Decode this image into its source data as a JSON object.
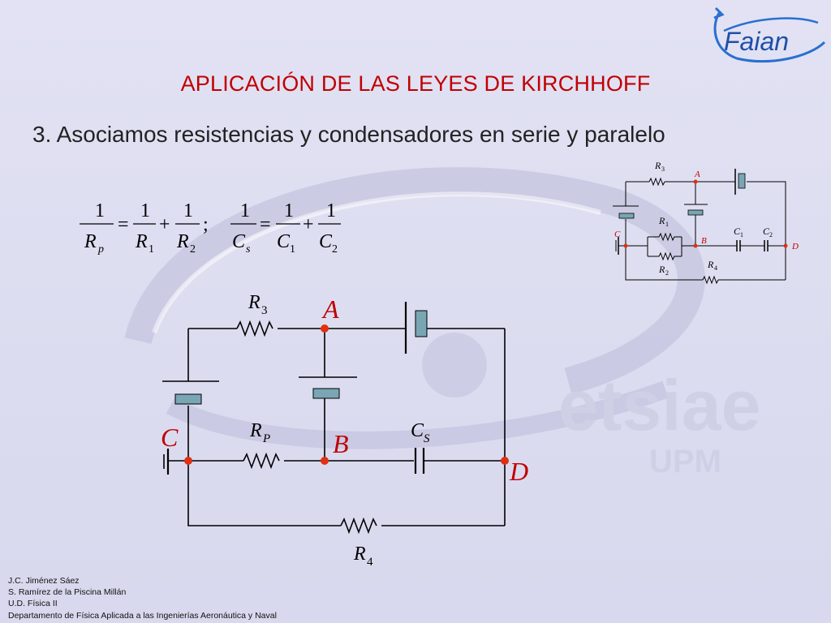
{
  "slide": {
    "title": "APLICACIÓN DE LAS LEYES DE KIRCHHOFF",
    "subtitle": "3. Asociamos resistencias y condensadores en serie y paralelo",
    "logo_text": "Faian",
    "watermark_text": "etsiae",
    "watermark_sub": "UPM",
    "colors": {
      "title": "#c00000",
      "node": "#e03010",
      "wire": "#000000",
      "battery": "#7aa6b4",
      "background": "#dcdcf0"
    }
  },
  "formula": {
    "one": "1",
    "eq": "=",
    "plus": "+",
    "sep": ";",
    "Rp": "R",
    "Rp_sub": "p",
    "R1": "R",
    "R1_sub": "1",
    "R2": "R",
    "R2_sub": "2",
    "Cs": "C",
    "Cs_sub": "s",
    "C1": "C",
    "C1_sub": "1",
    "C2": "C",
    "C2_sub": "2"
  },
  "circuit_main": {
    "R3": "R",
    "R3_sub": "3",
    "RP": "R",
    "RP_sub": "P",
    "CS": "C",
    "CS_sub": "S",
    "R4": "R",
    "R4_sub": "4",
    "A": "A",
    "B": "B",
    "C": "C",
    "D": "D"
  },
  "circuit_small": {
    "R3": "R",
    "R3_sub": "3",
    "R1": "R",
    "R1_sub": "1",
    "R2": "R",
    "R2_sub": "2",
    "R4": "R",
    "R4_sub": "4",
    "C1": "C",
    "C1_sub": "1",
    "C2": "C",
    "C2_sub": "2",
    "A": "A",
    "B": "B",
    "C": "C",
    "D": "D"
  },
  "credits": [
    "J.C. Jiménez Sáez",
    "S. Ramírez de la Piscina Millán",
    "U.D. Física II",
    "Departamento de Física Aplicada a las Ingenierías Aeronáutica y Naval"
  ]
}
